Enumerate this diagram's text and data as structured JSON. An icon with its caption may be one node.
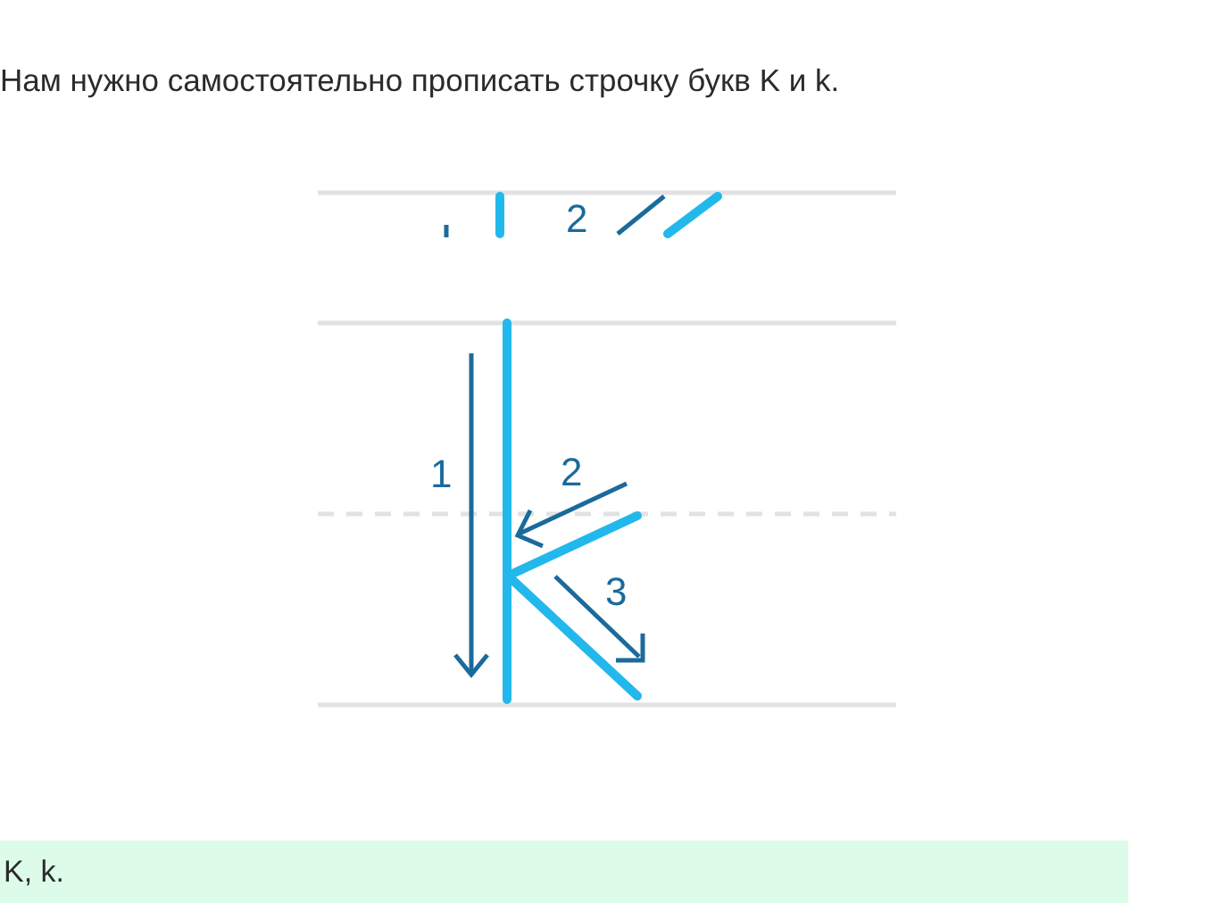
{
  "diagram": {
    "title": "Нам нужно самостоятельно прописать строчку букв K и k.",
    "nodes": [
      {
        "text": [
          "K, k."
        ]
      }
    ],
    "labels": [
      "2",
      "1",
      "2",
      "3"
    ]
  }
}
